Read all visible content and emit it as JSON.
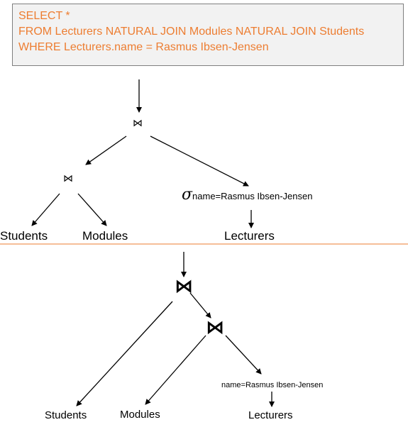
{
  "sql": {
    "line1": "SELECT *",
    "line2": "FROM Lecturers NATURAL JOIN Modules NATURAL JOIN Students",
    "line3": "WHERE Lecturers.name = Rasmus Ibsen-Jensen"
  },
  "tree1": {
    "root_join": "⋈",
    "inner_join": "⋈",
    "sigma_symbol": "σ",
    "selection_condition": "name=Rasmus Ibsen-Jensen",
    "students": "Students",
    "modules": "Modules",
    "lecturers": "Lecturers"
  },
  "tree2": {
    "root_join": "⋈",
    "inner_join": "⋈",
    "selection_condition": "name=Rasmus Ibsen-Jensen",
    "students": "Students",
    "modules": "Modules",
    "lecturers": "Lecturers"
  },
  "colors": {
    "sql_text": "#ed7d31",
    "divider": "#ed7d31",
    "box_fill": "#f2f2f2"
  }
}
